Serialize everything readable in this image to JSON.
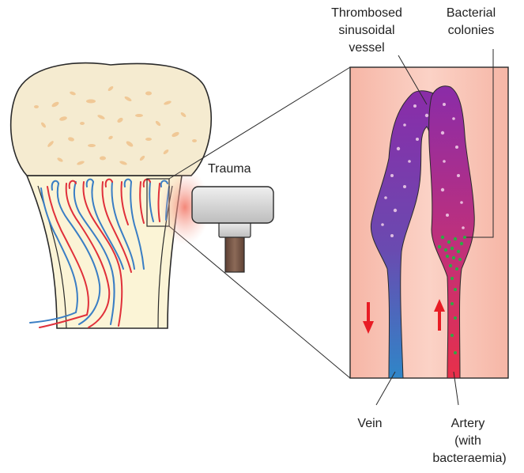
{
  "labels": {
    "thrombosed": [
      "Thrombosed",
      "sinusoidal",
      "vessel"
    ],
    "bacterial": [
      "Bacterial",
      "colonies"
    ],
    "trauma": "Trauma",
    "vein": "Vein",
    "artery": [
      "Artery",
      "(with",
      "bacteraemia)"
    ]
  },
  "colors": {
    "bone_head": "#f5ebd0",
    "bone_shaft": "#fbf4d6",
    "trabeculae": "#f0c896",
    "vein": "#3a7ec4",
    "artery": "#e0303a",
    "thrombus_top": "#8a2ca8",
    "thrombus_bottom": "#5a5aa8",
    "bacteria": "#2eaa44",
    "inset_bg": "#f9c5b8",
    "arrow": "#e81c24",
    "impactor": "#d8d8d8",
    "handle": "#7a5a4a"
  },
  "icons": {
    "down_arrow": "down-arrow-icon",
    "up_arrow": "up-arrow-icon"
  }
}
